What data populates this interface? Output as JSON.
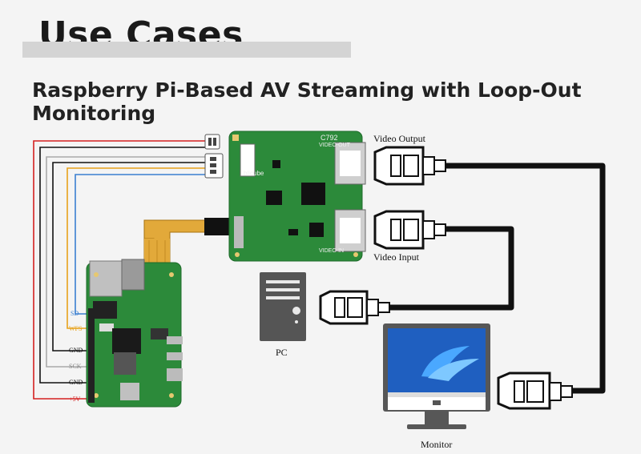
{
  "header": {
    "title": "Use Cases",
    "subtitle": "Raspberry Pi-Based AV Streaming with Loop-Out Monitoring"
  },
  "board": {
    "model": "C792",
    "brand": "blicube",
    "port_top": "VIDEO-OUT",
    "port_bottom": "VIDEO-IN"
  },
  "labels": {
    "video_output": "Video Output",
    "video_input": "Video Input",
    "pc": "PC",
    "monitor": "Monitor"
  },
  "pins": [
    {
      "label": "SD",
      "color": "#3a7fd0"
    },
    {
      "label": "WFS",
      "color": "#e8a21a"
    },
    {
      "label": "GND",
      "color": "#111111"
    },
    {
      "label": "SCK",
      "color": "#aaaaaa"
    },
    {
      "label": "GND",
      "color": "#111111"
    },
    {
      "label": "+5V",
      "color": "#d42020"
    }
  ],
  "colors": {
    "pcb": "#2c8a3a",
    "flex_cable": "#e2a93a",
    "hdmi_cable": "#111111"
  }
}
